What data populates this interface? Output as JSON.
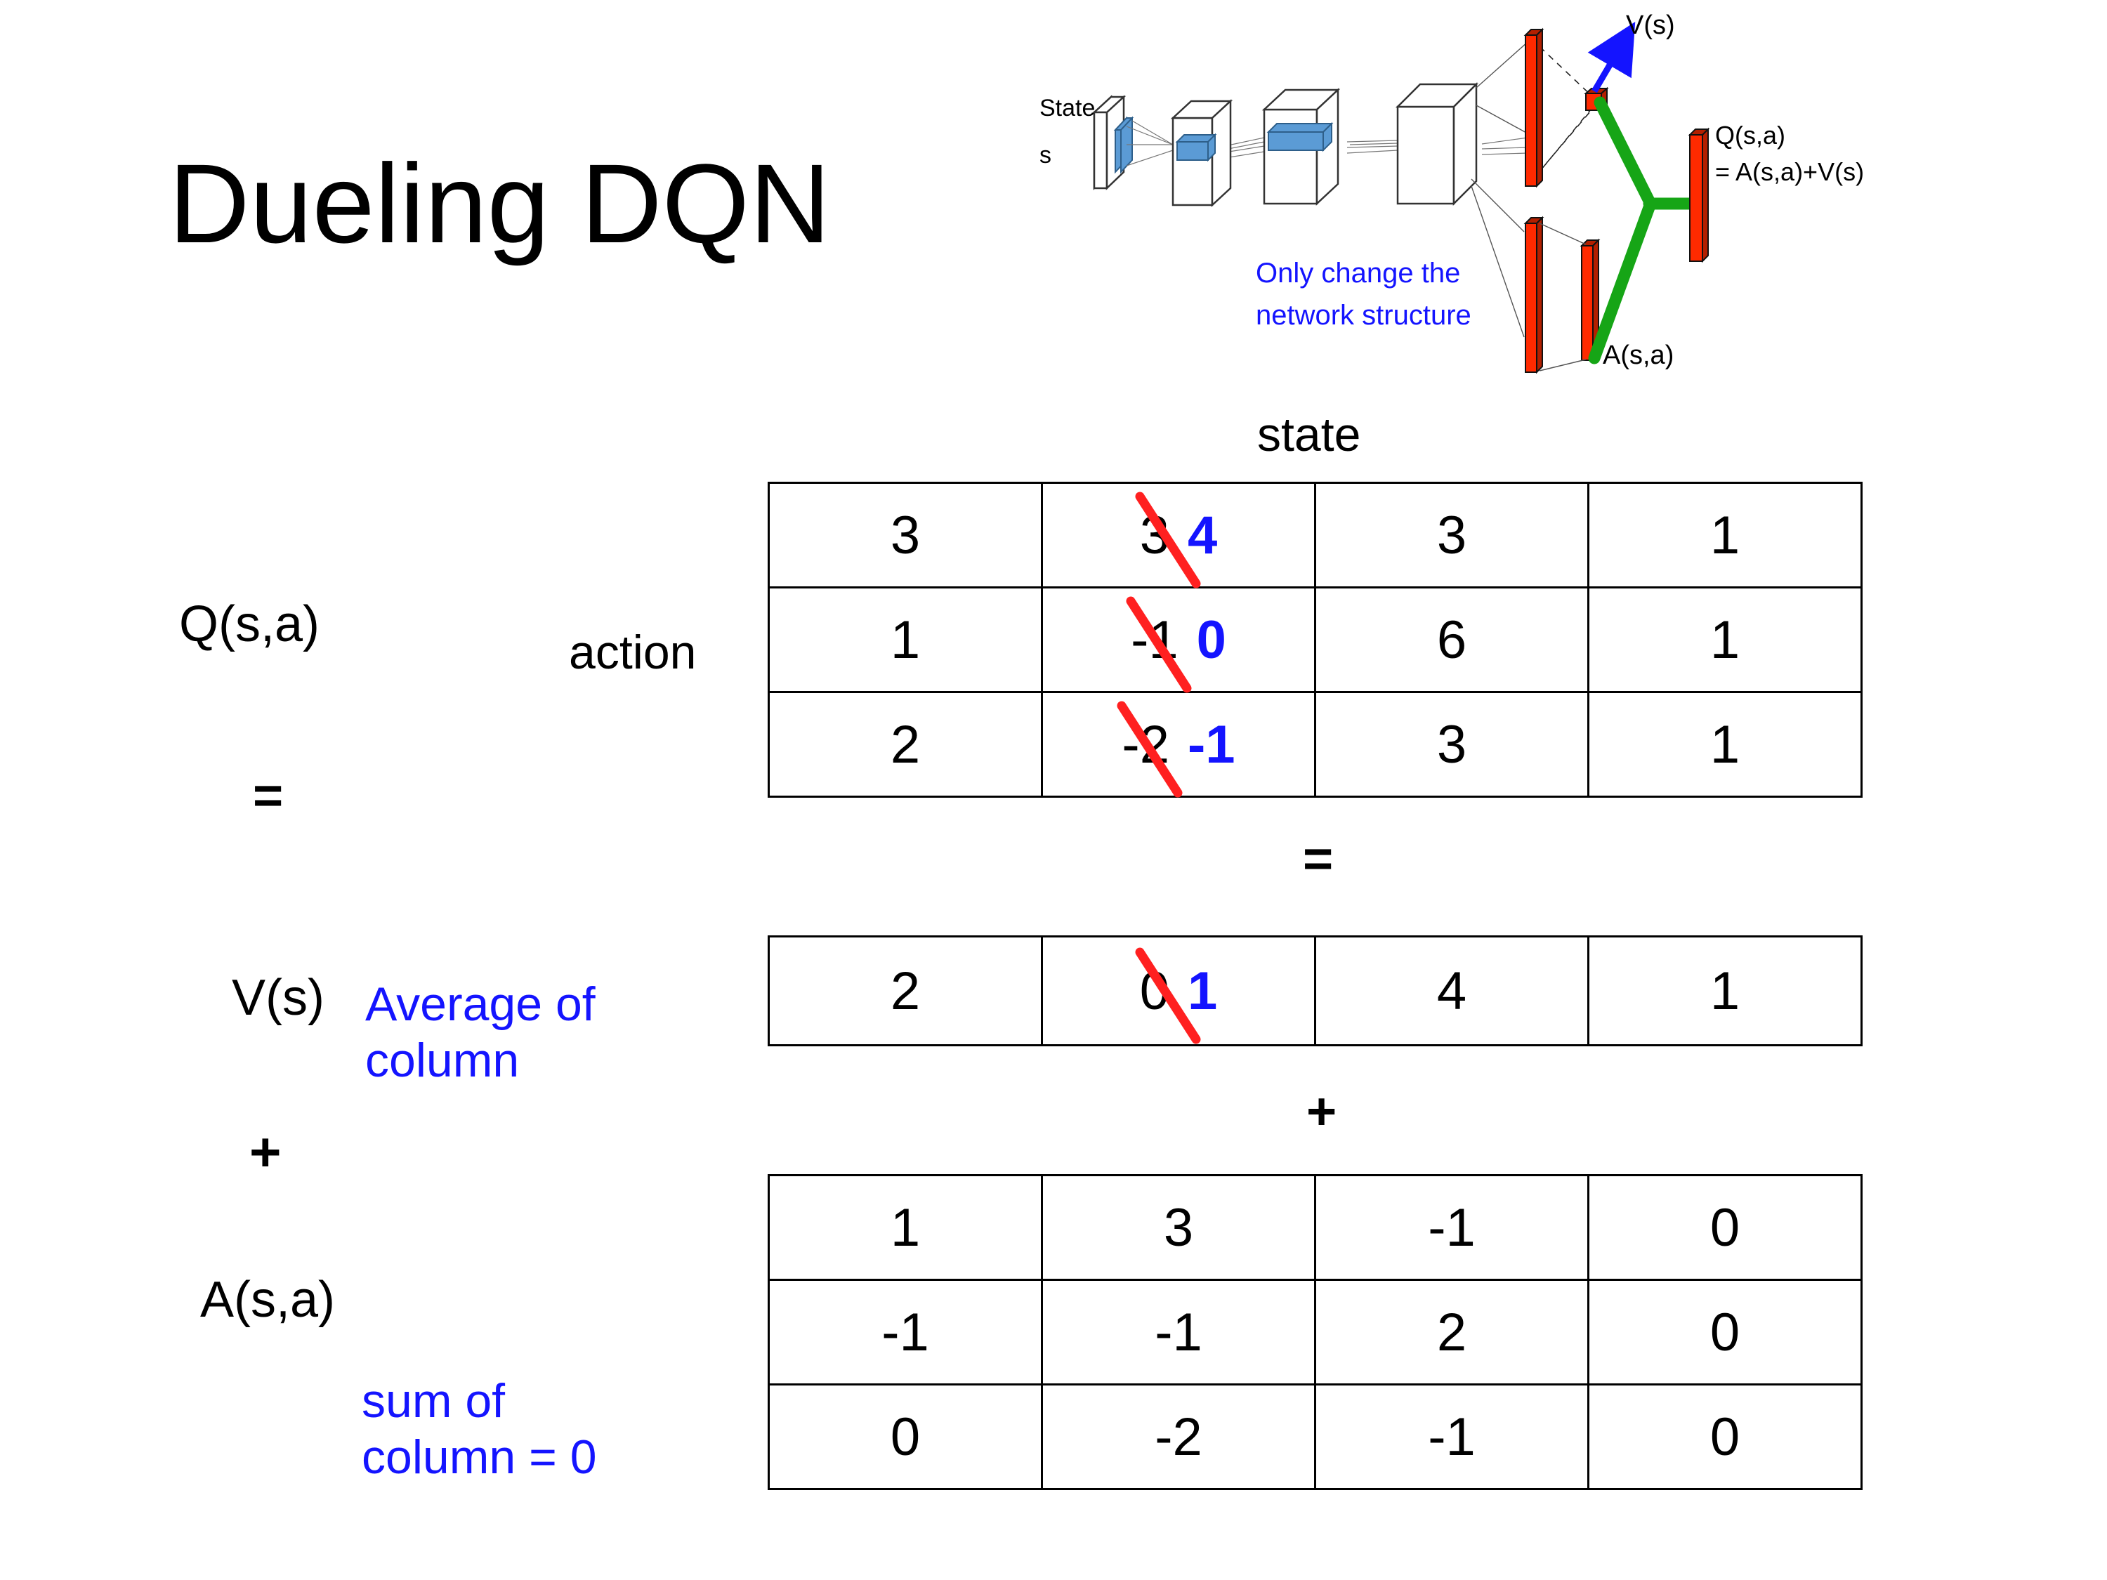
{
  "title": "Dueling DQN",
  "diagram": {
    "state_label_line1": "State",
    "state_label_line2": "s",
    "note_line1": "Only change the",
    "note_line2": "network structure",
    "v_label": "V(s)",
    "a_label": "A(s,a)",
    "q_label_line1": "Q(s,a)",
    "q_label_line2": "= A(s,a)+V(s)",
    "note_color": "#1414ff",
    "bar_color": "#ff2a00",
    "merge_color": "#16a516",
    "arrow_color": "#1414ff",
    "block_color": "#5b9bd5"
  },
  "axis": {
    "state": "state",
    "action": "action"
  },
  "labels": {
    "q": "Q(s,a)",
    "equals1": "=",
    "v": "V(s)",
    "plus1": "+",
    "a": "A(s,a)",
    "avg_note_line1": "Average of",
    "avg_note_line2": "column",
    "sum_note_line1": "sum of",
    "sum_note_line2": "column = 0",
    "note_color": "#1414ff"
  },
  "operators": {
    "equals_mid": "=",
    "plus_mid": "+"
  },
  "chart_data": {
    "type": "table",
    "title": "Dueling DQN  Q(s,a) = V(s) + A(s,a)",
    "xlabel": "state",
    "ylabel": "action",
    "tables": [
      {
        "name": "Q(s,a)",
        "columns": 4,
        "rows": 3,
        "values": [
          [
            "3",
            "3",
            "3",
            "1"
          ],
          [
            "1",
            "-1",
            "6",
            "1"
          ],
          [
            "2",
            "-2",
            "3",
            "1"
          ]
        ],
        "edited_column": 1,
        "edits": [
          {
            "row": 0,
            "col": 1,
            "old": "3",
            "new": "4"
          },
          {
            "row": 1,
            "col": 1,
            "old": "-1",
            "new": "0"
          },
          {
            "row": 2,
            "col": 1,
            "old": "-2",
            "new": "-1"
          }
        ]
      },
      {
        "name": "V(s)",
        "columns": 4,
        "rows": 1,
        "values": [
          [
            "2",
            "0",
            "4",
            "1"
          ]
        ],
        "edited_column": 1,
        "edits": [
          {
            "row": 0,
            "col": 1,
            "old": "0",
            "new": "1"
          }
        ]
      },
      {
        "name": "A(s,a)",
        "columns": 4,
        "rows": 3,
        "values": [
          [
            "1",
            "3",
            "-1",
            "0"
          ],
          [
            "-1",
            "-1",
            "2",
            "0"
          ],
          [
            "0",
            "-2",
            "-1",
            "0"
          ]
        ],
        "edited_column": null,
        "edits": []
      }
    ],
    "annotations": [
      "Average of column",
      "sum of column = 0",
      "Only change the network structure"
    ],
    "strike_color": "#ff2020",
    "new_value_color": "#1414ff"
  }
}
